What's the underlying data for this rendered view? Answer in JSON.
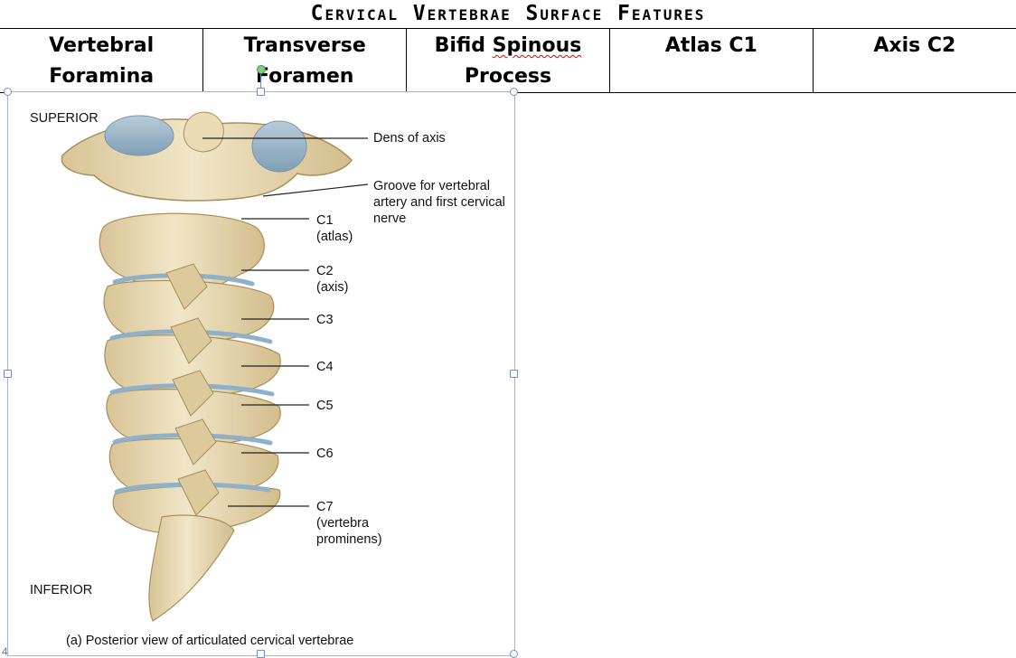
{
  "title": "Cervical Vertebrae Surface Features",
  "table": {
    "headers": [
      "Vertebral\nForamina",
      "Transverse\nForamen",
      "Bifid Spinous\nProcess",
      "Atlas C1",
      "Axis C2"
    ]
  },
  "figure": {
    "superior": "SUPERIOR",
    "inferior": "INFERIOR",
    "caption": "(a) Posterior view of articulated cervical vertebrae",
    "labels": {
      "dens": "Dens of axis",
      "groove": "Groove for vertebral\nartery and first cervical\nnerve",
      "c1": "C1\n(atlas)",
      "c2": "C2\n(axis)",
      "c3": "C3",
      "c4": "C4",
      "c5": "C5",
      "c6": "C6",
      "c7": "C7\n(vertebra\nprominens)"
    }
  },
  "page_number": "4",
  "colors": {
    "bone": "#e9dbb8",
    "bone_shadow": "#c9b488",
    "cartilage": "#8fb0c8",
    "selection": "#6f8fc4"
  }
}
